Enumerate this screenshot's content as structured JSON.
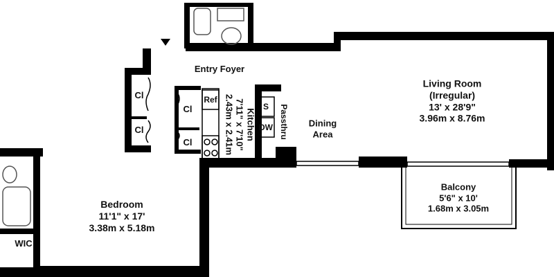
{
  "colors": {
    "wall": "#000000",
    "fixture": "#555555",
    "background": "#ffffff",
    "text": "#111111"
  },
  "icons": {
    "entry": "entry-arrow-icon"
  },
  "rooms": {
    "entry_foyer": {
      "name": "Entry Foyer"
    },
    "living_room": {
      "name": "Living Room",
      "note": "(Irregular)",
      "dim_imperial": "13' x 28'9\"",
      "dim_metric": "3.96m x 8.76m"
    },
    "dining_area": {
      "line1": "Dining",
      "line2": "Area"
    },
    "kitchen": {
      "name": "Kitchen",
      "dim_imperial": "7'11\" x 7'10\"",
      "dim_metric": "2.43m x 2.41m"
    },
    "passthru": {
      "name": "Passthru"
    },
    "bedroom": {
      "name": "Bedroom",
      "dim_imperial": "11'1\" x 17'",
      "dim_metric": "3.38m x 5.18m"
    },
    "balcony": {
      "name": "Balcony",
      "dim_imperial": "5'6\" x 10'",
      "dim_metric": "1.68m x 3.05m"
    },
    "wic": {
      "name": "WIC"
    }
  },
  "closets": [
    {
      "label": "Cl"
    },
    {
      "label": "Cl"
    },
    {
      "label": "Cl"
    },
    {
      "label": "Cl"
    }
  ],
  "appliances": {
    "ref": "Ref",
    "sink": "S",
    "dishwasher": "DW"
  }
}
